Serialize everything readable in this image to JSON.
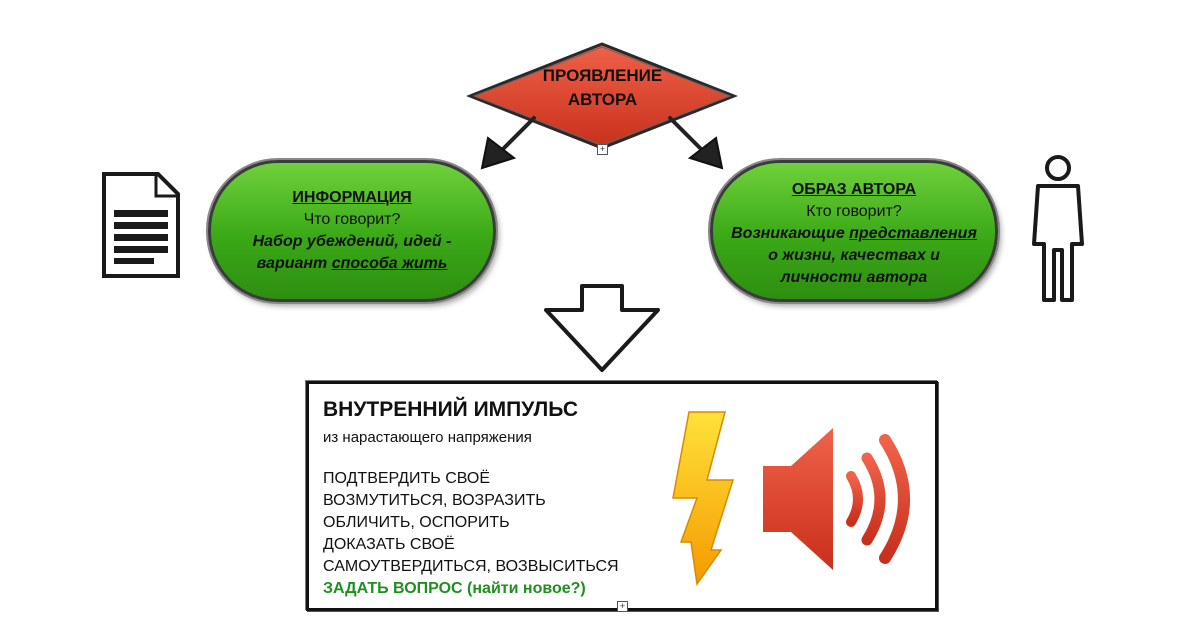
{
  "diamond": {
    "line1": "ПРОЯВЛЕНИЕ",
    "line2": "АВТОРА",
    "color": "#e0402a"
  },
  "info": {
    "title": "ИНФОРМАЦИЯ",
    "question": "Что говорит?",
    "line3": "Набор убеждений, идей -",
    "line4_prefix": "вариант ",
    "line4_link": "способа жить"
  },
  "author_image": {
    "title": "ОБРАЗ АВТОРА",
    "question": "Кто говорит?",
    "line3_prefix": "Возникающие ",
    "line3_link": "представления",
    "line4": "о жизни, качествах и",
    "line5": "личности автора"
  },
  "impulse": {
    "title": "ВНУТРЕННИЙ ИМПУЛЬС",
    "subtitle": "из нарастающего напряжения",
    "items": [
      "ПОДТВЕРДИТЬ СВОЁ",
      "ВОЗМУТИТЬСЯ, ВОЗРАЗИТЬ",
      "ОБЛИЧИТЬ, ОСПОРИТЬ",
      "ДОКАЗАТЬ СВОЁ",
      "САМОУТВЕРДИТЬСЯ, ВОЗВЫСИТЬСЯ"
    ],
    "highlight_item": "ЗАДАТЬ ВОПРОС (найти новое?)",
    "highlight_color": "#1f8f1f"
  },
  "icons": {
    "document": "document-icon",
    "person": "person-icon",
    "lightning": "lightning-icon",
    "speaker": "speaker-icon"
  },
  "colors": {
    "pill_green": "#3aa817",
    "lightning": "#f5b800",
    "speaker": "#e0402a"
  }
}
